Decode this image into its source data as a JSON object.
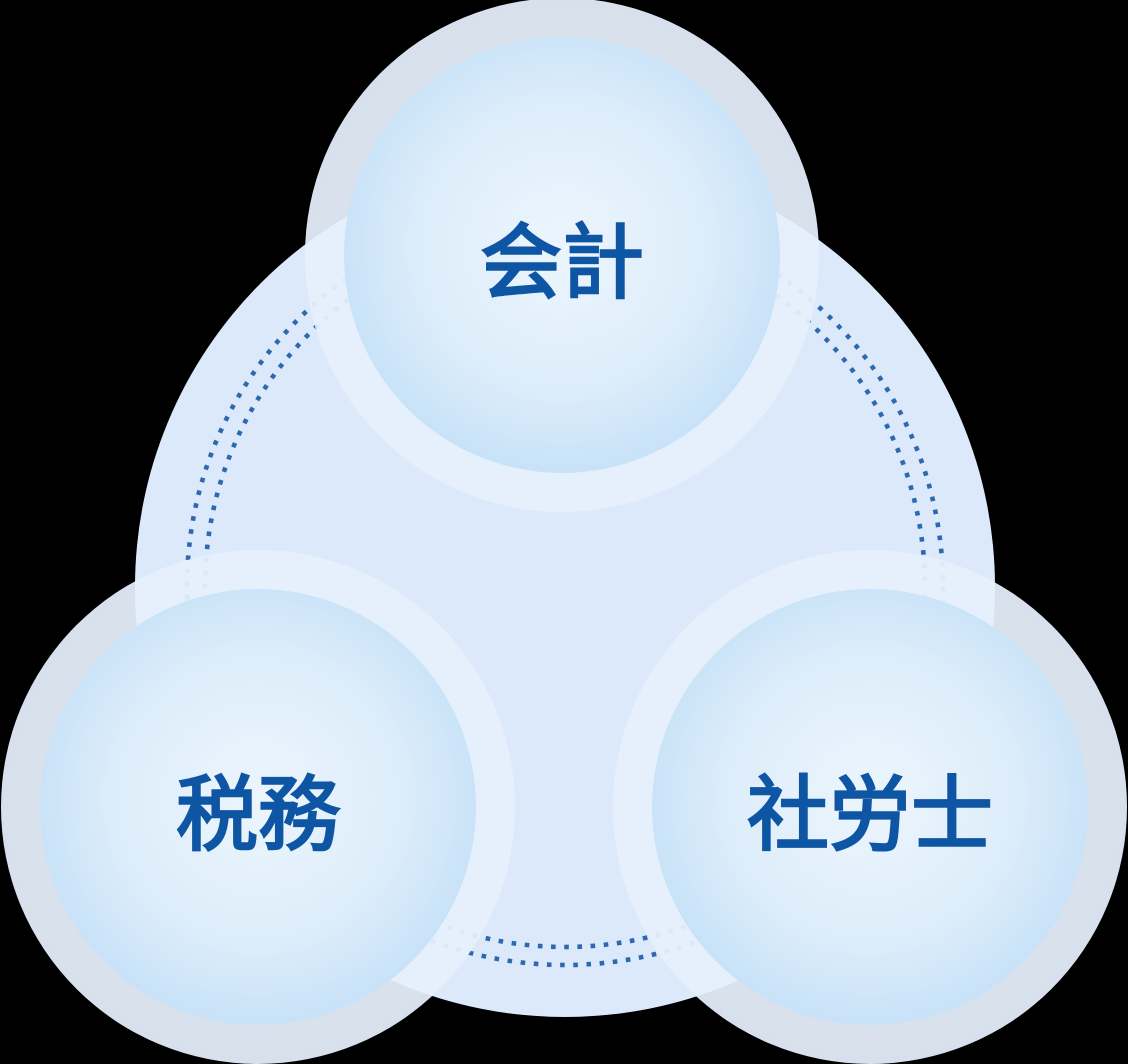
{
  "diagram": {
    "nodes": [
      {
        "id": "accounting",
        "label": "会計"
      },
      {
        "id": "tax",
        "label": "税務"
      },
      {
        "id": "labor-consultant",
        "label": "社労士"
      }
    ],
    "colors": {
      "page_background": "#000000",
      "background_disc": "#dbe9fb",
      "halo": "#e7f1fd",
      "circle_center": "#ecf5fd",
      "circle_edge": "#b6d8f4",
      "dot_ring": "#1d5da7",
      "label_text": "#0e56a4"
    }
  }
}
